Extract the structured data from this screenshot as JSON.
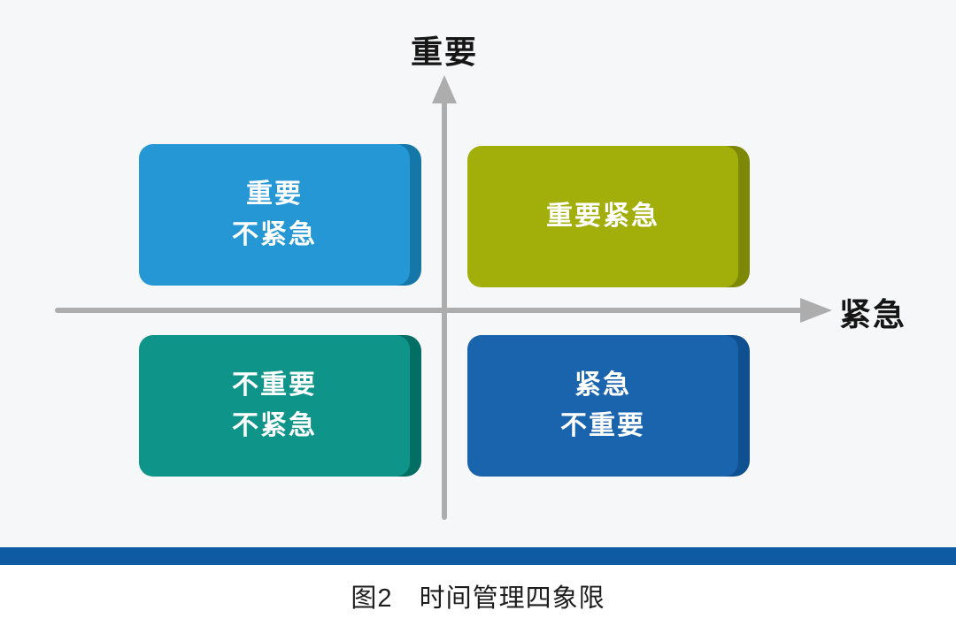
{
  "axes": {
    "y_label": "重要",
    "x_label": "紧急"
  },
  "quadrants": [
    {
      "id": "important-not-urgent",
      "lines": [
        "重要",
        "不紧急"
      ],
      "color": "#2497d4",
      "shade": "#1577a8"
    },
    {
      "id": "important-urgent",
      "lines": [
        "重要紧急"
      ],
      "color": "#a2ae0a",
      "shade": "#7d8906"
    },
    {
      "id": "not-important-not-urgent",
      "lines": [
        "不重要",
        "不紧急"
      ],
      "color": "#0f948a",
      "shade": "#036e64"
    },
    {
      "id": "urgent-not-important",
      "lines": [
        "紧急",
        "不重要"
      ],
      "color": "#1a63ad",
      "shade": "#0f5090"
    }
  ],
  "caption": {
    "figure_no": "图2",
    "title": "时间管理四象限"
  },
  "colors": {
    "background": "#f6f7f8",
    "axis": "#adadad",
    "bar": "#0e5ba4",
    "axis_label_text": "#161616",
    "quadrant_text": "#ffffff"
  }
}
